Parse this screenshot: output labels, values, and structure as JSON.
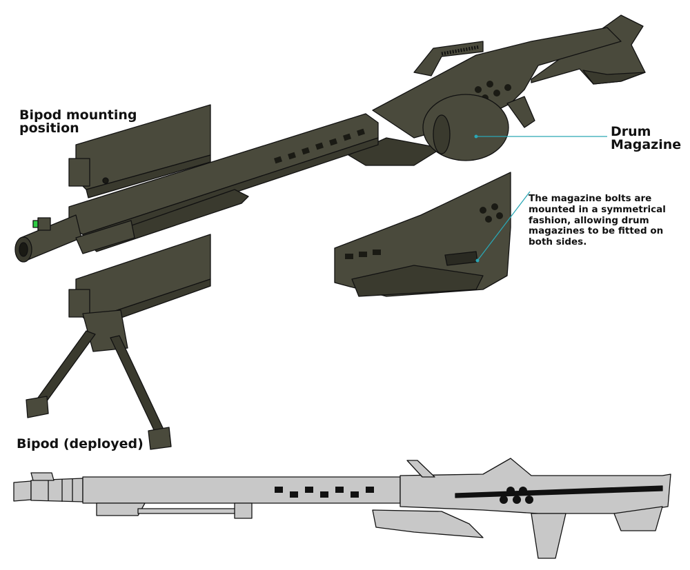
{
  "labels": {
    "bipod_mounting_position": "Bipod mounting position",
    "drum_magazine": "Drum Magazine",
    "magazine_bolts_note": "The magazine bolts are mounted in a symmetrical fashion, allowing drum magazines to be fitted on both sides.",
    "bipod_deployed": "Bipod (deployed)"
  },
  "colors": {
    "rifle_dark": "#4a4a3c",
    "rifle_dark_shade": "#3a3a2e",
    "rifle_light": "#c8c8c8",
    "outline": "#111111",
    "callout_line": "#2aa7b5",
    "sight_green": "#2fcc44"
  }
}
